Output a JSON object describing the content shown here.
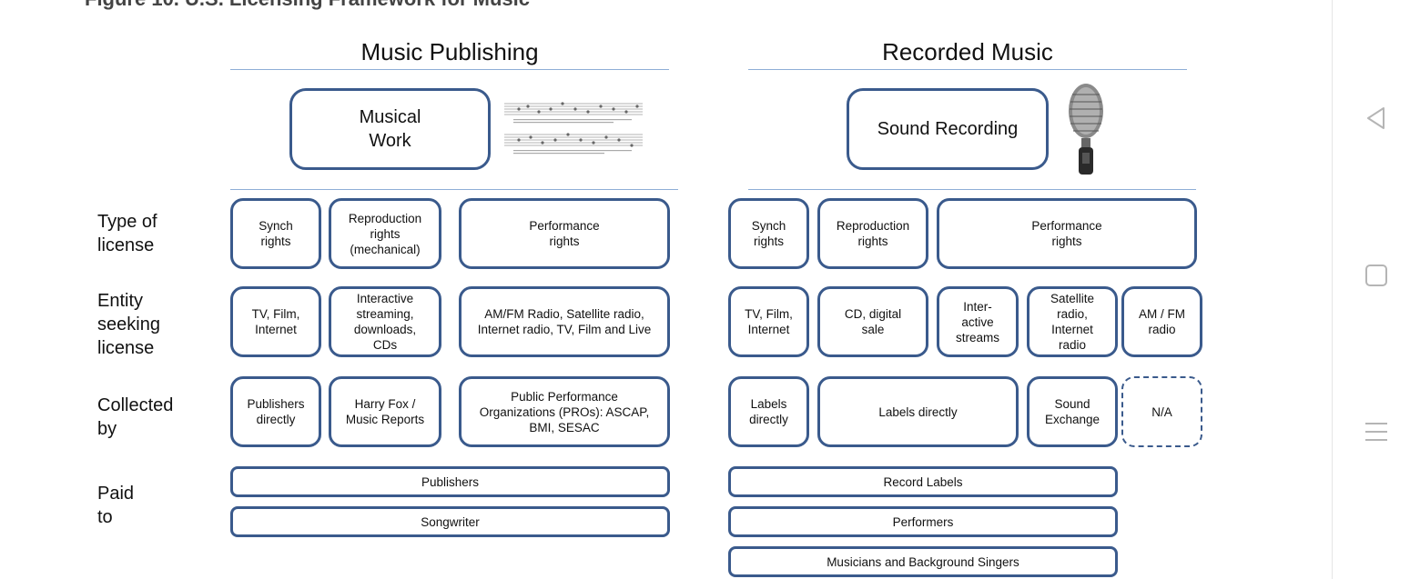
{
  "figure_title": "Figure 10. U.S. Licensing Framework for Music",
  "columns": {
    "publishing": {
      "title": "Music Publishing",
      "work": "Musical\nWork"
    },
    "recorded": {
      "title": "Recorded Music",
      "work": "Sound Recording"
    }
  },
  "row_labels": {
    "type": "Type of\nlicense",
    "entity": "Entity\nseeking\nlicense",
    "collected": "Collected\nby",
    "paid": "Paid\nto"
  },
  "publishing": {
    "type": [
      "Synch\nrights",
      "Reproduction\nrights\n(mechanical)",
      "Performance\nrights"
    ],
    "entity": [
      "TV, Film,\nInternet",
      "Interactive\nstreaming,\ndownloads,\nCDs",
      "AM/FM Radio, Satellite radio,\nInternet radio, TV, Film and Live"
    ],
    "collected": [
      "Publishers\ndirectly",
      "Harry Fox /\nMusic Reports",
      "Public Performance\nOrganizations (PROs): ASCAP,\nBMI, SESAC"
    ],
    "paid": [
      "Publishers",
      "Songwriter"
    ]
  },
  "recorded": {
    "type": [
      "Synch\nrights",
      "Reproduction\nrights",
      "Performance\nrights"
    ],
    "entity": [
      "TV, Film,\nInternet",
      "CD, digital\nsale",
      "Inter-\nactive\nstreams",
      "Satellite\nradio,\nInternet\nradio",
      "AM / FM\nradio"
    ],
    "collected": [
      "Labels\ndirectly",
      "Labels directly",
      "Sound\nExchange",
      "N/A"
    ],
    "paid": [
      "Record Labels",
      "Performers",
      "Musicians and Background Singers"
    ]
  },
  "sidebar": {
    "icons": [
      "back-icon",
      "home-icon",
      "menu-icon"
    ]
  },
  "colors": {
    "box_border": "#3a5a8c",
    "rule": "#8eaed6",
    "icon": "#b5b5b5"
  }
}
